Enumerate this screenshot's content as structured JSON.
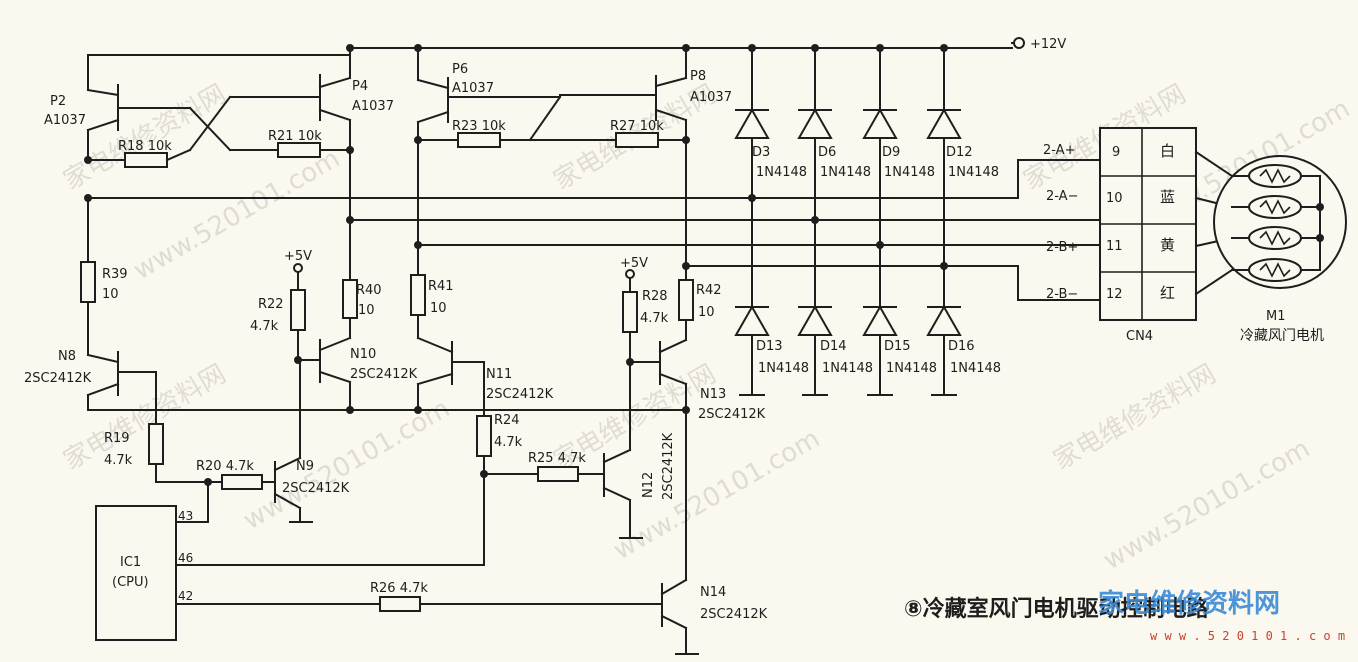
{
  "supply": {
    "v12": "+12V",
    "v5a": "+5V",
    "v5b": "+5V"
  },
  "transistors": {
    "p2": {
      "ref": "P2",
      "part": "A1037"
    },
    "p4": {
      "ref": "P4",
      "part": "A1037"
    },
    "p6": {
      "ref": "P6",
      "part": "A1037"
    },
    "p8": {
      "ref": "P8",
      "part": "A1037"
    },
    "n8": {
      "ref": "N8",
      "part": "2SC2412K"
    },
    "n9": {
      "ref": "N9",
      "part": "2SC2412K"
    },
    "n10": {
      "ref": "N10",
      "part": "2SC2412K"
    },
    "n11": {
      "ref": "N11",
      "part": "2SC2412K"
    },
    "n12": {
      "ref": "N12",
      "part": "2SC2412K"
    },
    "n13": {
      "ref": "N13",
      "part": "2SC2412K"
    },
    "n14": {
      "ref": "N14",
      "part": "2SC2412K"
    }
  },
  "resistors": {
    "r18": "R18 10k",
    "r21": "R21 10k",
    "r23": "R23 10k",
    "r27": "R27 10k",
    "r39": "R39",
    "r39v": "10",
    "r40": "R40",
    "r40v": "10",
    "r41": "R41",
    "r41v": "10",
    "r42": "R42",
    "r42v": "10",
    "r22": "R22",
    "r22v": "4.7k",
    "r28": "R28",
    "r28v": "4.7k",
    "r19": "R19",
    "r19v": "4.7k",
    "r20": "R20 4.7k",
    "r24": "R24",
    "r24v": "4.7k",
    "r25": "R25 4.7k",
    "r26": "R26 4.7k"
  },
  "diodes": {
    "d3": "D3",
    "d6": "D6",
    "d9": "D9",
    "d12": "D12",
    "d13": "D13",
    "d14": "D14",
    "d15": "D15",
    "d16": "D16",
    "part": "1N4148"
  },
  "connector": {
    "ref": "CN4",
    "pins": [
      {
        "net": "2-A+",
        "pin": "9",
        "color": "白"
      },
      {
        "net": "2-A−",
        "pin": "10",
        "color": "蓝"
      },
      {
        "net": "2-B+",
        "pin": "11",
        "color": "黄"
      },
      {
        "net": "2-B−",
        "pin": "12",
        "color": "红"
      }
    ]
  },
  "motor": {
    "ref": "M1",
    "name": "冷藏风门电机"
  },
  "ic": {
    "ref": "IC1",
    "name": "(CPU)",
    "pin43": "43",
    "pin46": "46",
    "pin42": "42"
  },
  "caption": "⑧冷藏室风门电机驱动控制电路",
  "watermark": {
    "text": "家电维修资料网",
    "url": "www.520101.com"
  },
  "logo": {
    "text": "家电维修资料网",
    "url": "w w w . 5 2 0 1 0 1 . c o m"
  }
}
